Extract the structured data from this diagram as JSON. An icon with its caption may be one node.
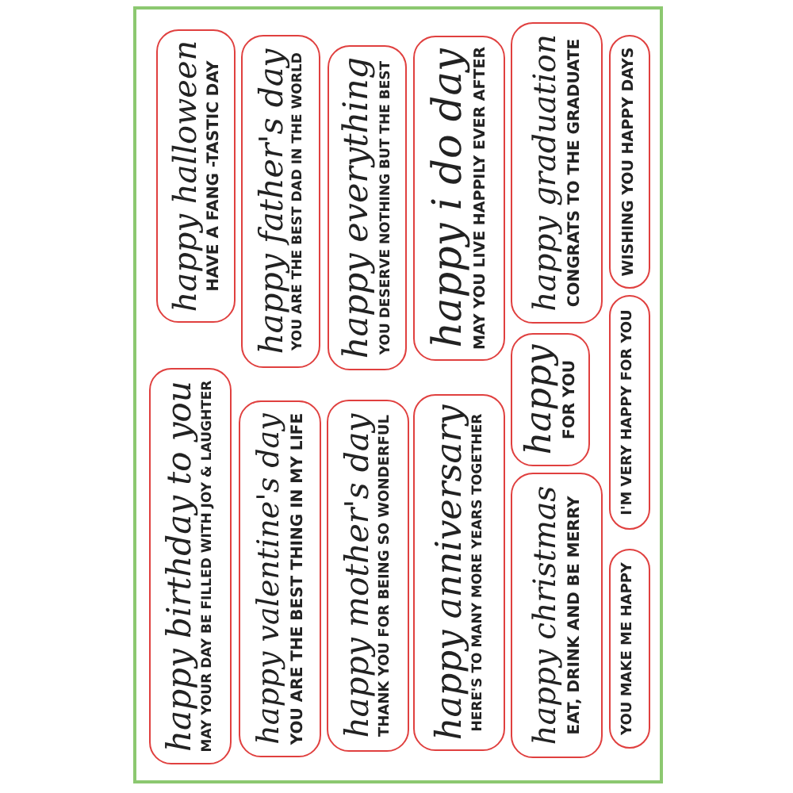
{
  "diagram": {
    "nodes": [
      {
        "text": [
          "happy halloween",
          "HAVE A FANG -TASTIC DAY"
        ]
      },
      {
        "text": [
          "happy father's day",
          "YOU ARE THE BEST DAD IN THE WORLD"
        ]
      },
      {
        "text": [
          "happy everything",
          "YOU DESERVE NOTHING BUT THE BEST"
        ]
      },
      {
        "text": [
          "happy i do day",
          "MAY YOU LIVE HAPPILY EVER AFTER"
        ]
      },
      {
        "text": [
          "happy graduation",
          "CONGRATS TO THE GRADUATE"
        ]
      },
      {
        "text": [
          "WISHING YOU HAPPY DAYS"
        ]
      },
      {
        "text": [
          "happy birthday to you",
          "MAY YOUR DAY BE FILLED WITH JOY & LAUGHTER"
        ]
      },
      {
        "text": [
          "happy valentine's day",
          "YOU ARE THE BEST THING IN MY LIFE"
        ]
      },
      {
        "text": [
          "happy mother's day",
          "THANK YOU FOR BEING SO WONDERFUL"
        ]
      },
      {
        "text": [
          "happy anniversary",
          "HERE'S TO MANY MORE YEARS TOGETHER"
        ]
      },
      {
        "text": [
          "happy",
          "FOR YOU"
        ]
      },
      {
        "text": [
          "happy christmas",
          "EAT, DRINK AND BE MERRY"
        ]
      },
      {
        "text": [
          "I'M VERY HAPPY FOR YOU"
        ]
      },
      {
        "text": [
          "YOU MAKE ME HAPPY"
        ]
      }
    ]
  }
}
